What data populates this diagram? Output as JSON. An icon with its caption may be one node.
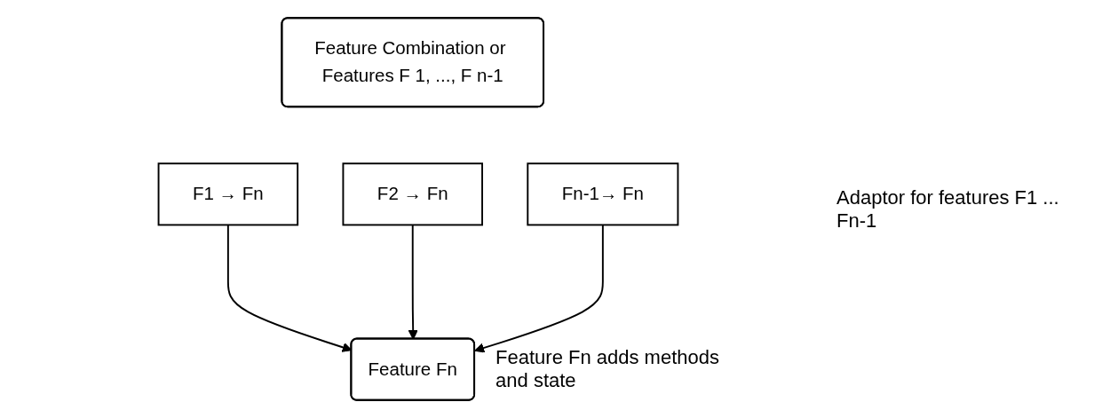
{
  "diagram": {
    "nodes": [
      {
        "text": [
          "Feature Combination or Features F 1, ..., F n-1"
        ]
      },
      {
        "text": [
          "F1 → Fn"
        ]
      },
      {
        "text": [
          "F2 → Fn"
        ]
      },
      {
        "text": [
          "Fn-1→ Fn"
        ]
      },
      {
        "text": [
          "Feature Fn"
        ],
        "beside": [
          "Feature Fn adds methods and state"
        ]
      }
    ],
    "edges": [
      {
        "from": 1,
        "to": 4,
        "arrow": "to"
      },
      {
        "from": 2,
        "to": 4,
        "arrow": "to"
      },
      {
        "from": 3,
        "to": 4,
        "arrow": "to"
      }
    ],
    "labels": [
      "Adaptor for features F1 ... Fn-1"
    ]
  }
}
